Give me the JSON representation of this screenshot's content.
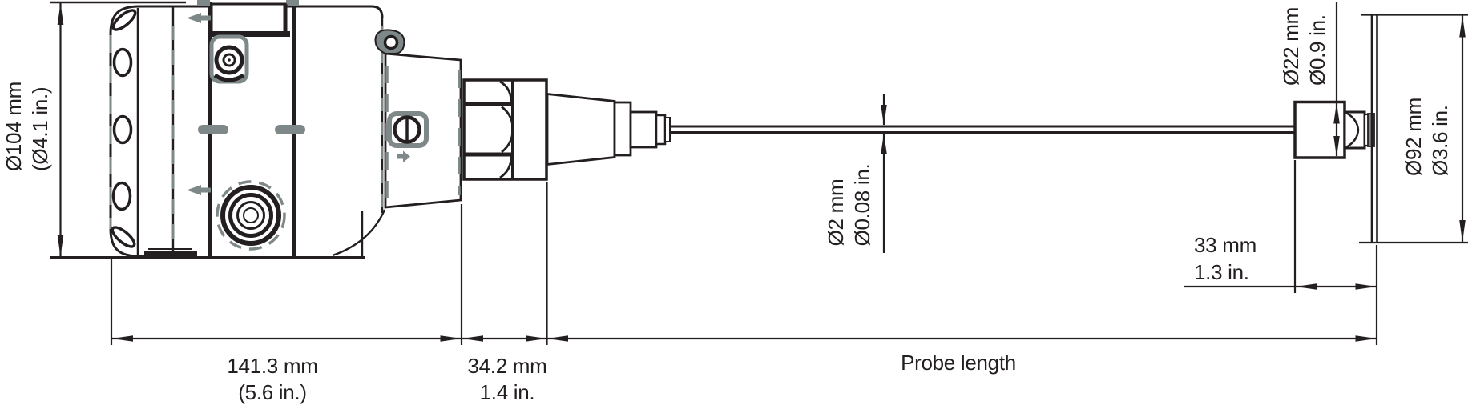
{
  "diagram": {
    "title": "Level transmitter probe dimensional drawing",
    "type": "engineering-dimension-drawing",
    "units": [
      "mm",
      "in"
    ],
    "colors": {
      "ink": "#231f20",
      "accent_gray": "#7e8888",
      "background": "#ffffff"
    },
    "dimensions": {
      "housing_diameter": {
        "metric": "Ø104 mm",
        "imperial": "(Ø4.1 in.)"
      },
      "probe_diameter": {
        "metric": "Ø2 mm",
        "imperial": "Ø0.08 in."
      },
      "end_plug_diameter": {
        "metric": "Ø22 mm",
        "imperial": "Ø0.9 in."
      },
      "disc_diameter": {
        "metric": "Ø92 mm",
        "imperial": "Ø3.6 in."
      },
      "end_offset_length": {
        "metric": "33 mm",
        "imperial": "1.3 in."
      },
      "housing_length": {
        "metric": "141.3 mm",
        "imperial": "(5.6 in.)"
      },
      "adapter_length": {
        "metric": "34.2 mm",
        "imperial": "1.4 in."
      },
      "probe_length": {
        "label": "Probe length"
      }
    }
  }
}
